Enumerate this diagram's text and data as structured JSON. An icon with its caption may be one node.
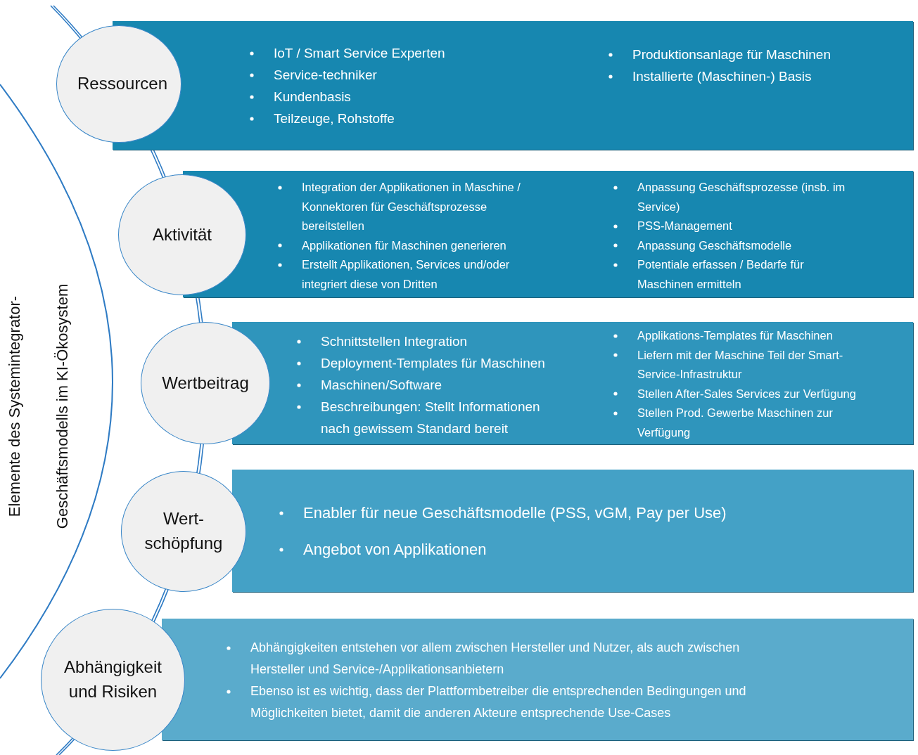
{
  "diagram": {
    "nodes": [
      {
        "text": [
          "Ressourcen"
        ]
      },
      {
        "text": [
          "IoT / Smart Service Experten",
          "Service-techniker",
          "Kundenbasis",
          "Teilzeuge, Rohstoffe",
          "Produktionsanlage für Maschinen",
          "Installierte (Maschinen-) Basis"
        ]
      },
      {
        "text": [
          "Aktivität"
        ]
      },
      {
        "text": [
          "Integration der Applikationen in Maschine / Konnektoren für Geschäftsprozesse bereitstellen",
          "Applikationen für Maschinen generieren",
          "Erstellt Applikationen, Services und/oder integriert diese von Dritten",
          "Anpassung Geschäftsprozesse (insb. im Service)",
          "PSS-Management",
          "Anpassung Geschäftsmodelle",
          "Potentiale erfassen / Bedarfe für Maschinen ermitteln"
        ]
      },
      {
        "text": [
          "Wertbeitrag"
        ]
      },
      {
        "text": [
          "Schnittstellen Integration",
          "Deployment-Templates für Maschinen",
          "Maschinen/Software",
          "Beschreibungen: Stellt Informationen nach gewissem Standard bereit",
          "Applikations-Templates für Maschinen",
          "Liefern mit der Maschine Teil der Smart-Service-Infrastruktur",
          "Stellen After-Sales Services zur Verfügung",
          "Stellen Prod. Gewerbe Maschinen zur Verfügung"
        ]
      },
      {
        "text": [
          "Wert- schöpfung"
        ]
      },
      {
        "text": [
          "Enabler für neue Geschäftsmodelle (PSS, vGM, Pay per Use)",
          "Angebot von Applikationen"
        ]
      },
      {
        "text": [
          "Abhängigkeit und Risiken"
        ]
      },
      {
        "text": [
          "Abhängigkeiten entstehen vor allem zwischen Hersteller und Nutzer, als auch zwischen Hersteller und Service-/Applikationsanbietern",
          "Ebenso ist es wichtig, dass der Plattformbetreiber die entsprechenden Bedingungen und Möglichkeiten bietet, damit die anderen Akteure entsprechende Use-Cases"
        ]
      }
    ],
    "edges": [],
    "labels": [
      "Elemente des Systemintegrator- Geschäftsmodells im KI-Ökosystem"
    ]
  }
}
